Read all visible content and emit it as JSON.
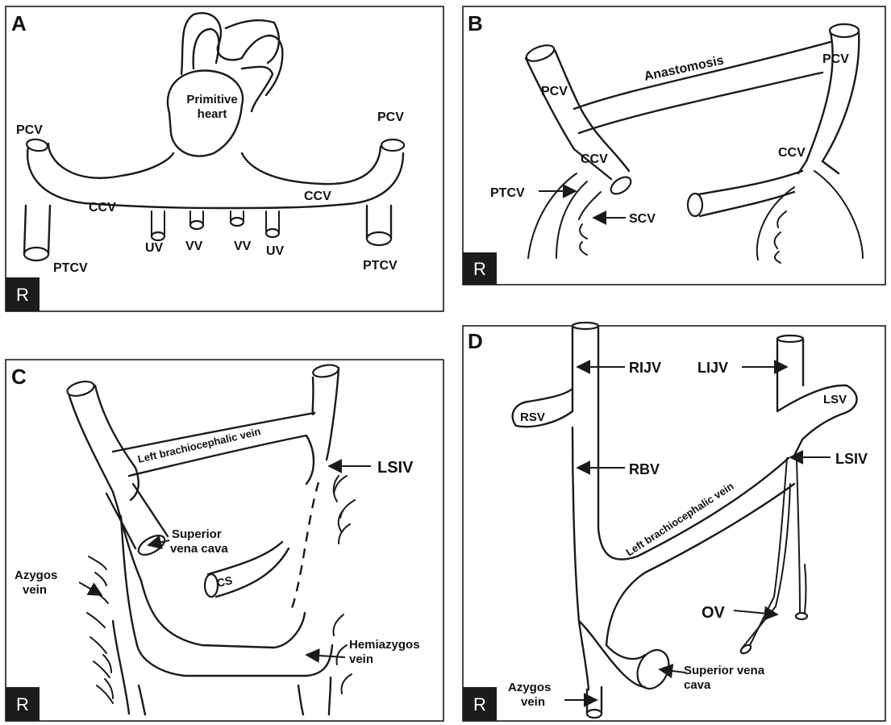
{
  "panel_a": {
    "letter": "A",
    "r_badge": "R",
    "primitive_heart_line1": "Primitive",
    "primitive_heart_line2": "heart",
    "pcv_left": "PCV",
    "pcv_right": "PCV",
    "ccv_left": "CCV",
    "ccv_right": "CCV",
    "ptcv_left": "PTCV",
    "ptcv_right": "PTCV",
    "uv_left": "UV",
    "vv_left": "VV",
    "vv_right": "VV",
    "uv_right": "UV"
  },
  "panel_b": {
    "letter": "B",
    "r_badge": "R",
    "anastomosis": "Anastomosis",
    "pcv_left": "PCV",
    "pcv_right": "PCV",
    "ccv_left": "CCV",
    "ccv_right": "CCV",
    "ptcv": "PTCV",
    "scv": "SCV"
  },
  "panel_c": {
    "letter": "C",
    "r_badge": "R",
    "left_brachiocephalic": "Left brachiocephalic vein",
    "lsiv": "LSIV",
    "svc_line1": "Superior",
    "svc_line2": "vena cava",
    "azygos_line1": "Azygos",
    "azygos_line2": "vein",
    "cs": "CS",
    "hemiazygos_line1": "Hemiazygos",
    "hemiazygos_line2": "vein"
  },
  "panel_d": {
    "letter": "D",
    "r_badge": "R",
    "rijv": "RIJV",
    "lijv": "LIJV",
    "rsv": "RSV",
    "lsv": "LSV",
    "rbv": "RBV",
    "lsiv": "LSIV",
    "left_brachiocephalic": "Left brachiocephalic vein",
    "ov": "OV",
    "azygos_line1": "Azygos",
    "azygos_line2": "vein",
    "svc_line1": "Superior vena",
    "svc_line2": "cava"
  }
}
